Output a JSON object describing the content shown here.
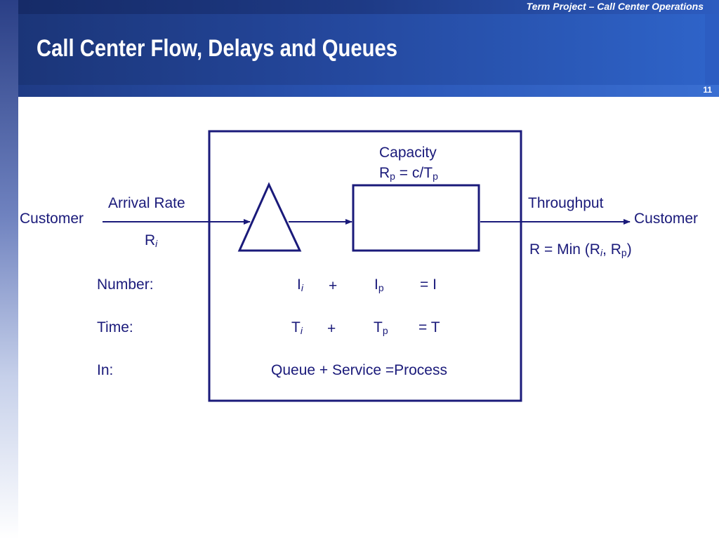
{
  "header": {
    "course": "Term Project – Call Center Operations",
    "title": "Call Center Flow, Delays and Queues",
    "page_number": "11"
  },
  "diagram": {
    "capacity_label": "Capacity",
    "capacity_formula": {
      "r": "R",
      "r_sub": "p",
      "mid": " = c/T",
      "t_sub": "p"
    },
    "customer_left": "Customer",
    "customer_right": "Customer",
    "arrival_rate_label": "Arrival Rate",
    "arrival_rate_symbol": {
      "r": "R",
      "sub": "i"
    },
    "throughput_label": "Throughput",
    "throughput_formula": {
      "prefix": "R = Min (R",
      "sub_i": "i",
      "comma": ", R",
      "sub_p": "p",
      "suffix": ")"
    },
    "rows": {
      "number": {
        "label": "Number:",
        "a": "I",
        "a_sub": "i",
        "plus": "+",
        "b": "I",
        "b_sub": "p",
        "result": "= I"
      },
      "time": {
        "label": "Time:",
        "a": "T",
        "a_sub": "i",
        "plus": "+",
        "b": "T",
        "b_sub": "p",
        "result": "= T"
      },
      "in": {
        "label": "In:",
        "text": "Queue + Service =Process"
      }
    }
  }
}
